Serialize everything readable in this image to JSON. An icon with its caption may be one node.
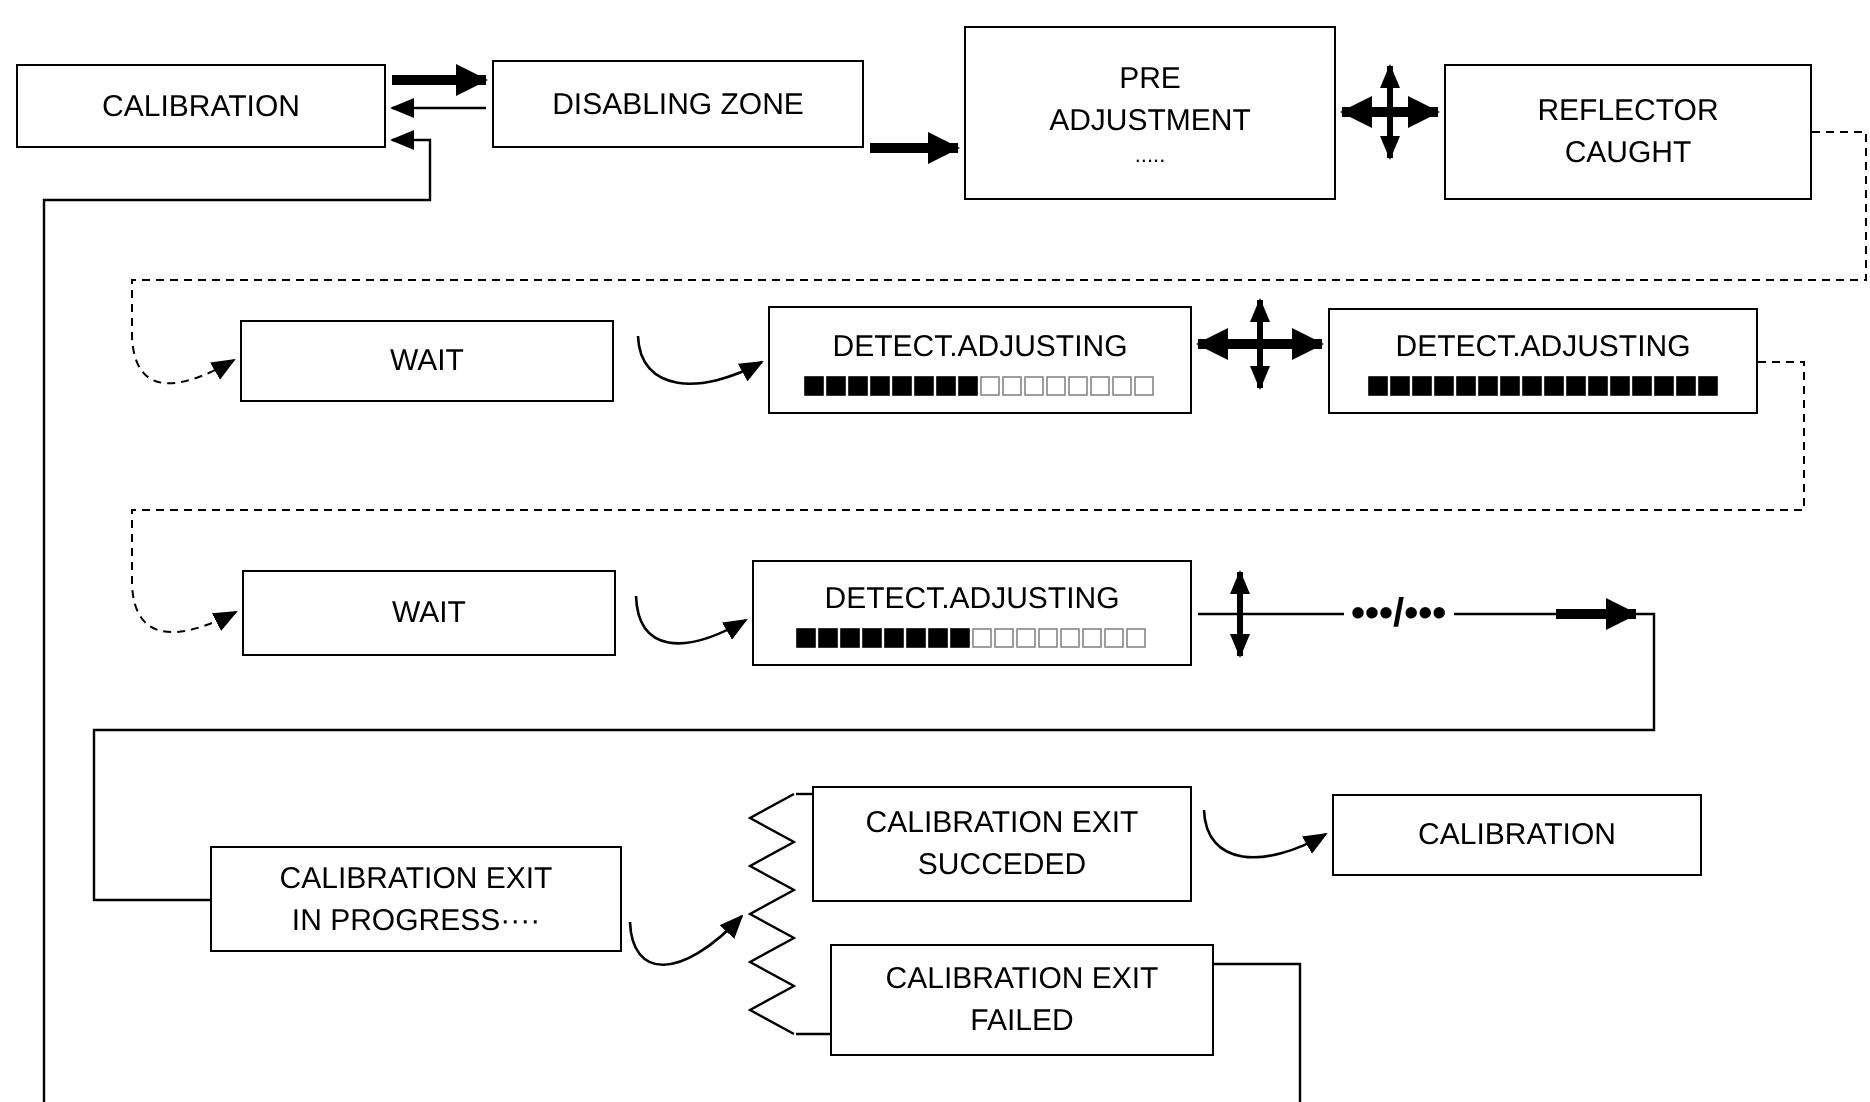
{
  "diagram": {
    "nodes": [
      {
        "text": [
          "CALIBRATION"
        ]
      },
      {
        "text": [
          "DISABLING ZONE"
        ]
      },
      {
        "text": [
          "PRE ADJUSTMENT",
          "....."
        ]
      },
      {
        "text": [
          "REFLECTOR CAUGHT"
        ]
      },
      {
        "text": [
          "WAIT"
        ]
      },
      {
        "text": [
          "DETECT.ADJUSTING"
        ]
      },
      {
        "text": [
          "DETECT.ADJUSTING"
        ]
      },
      {
        "text": [
          "WAIT"
        ]
      },
      {
        "text": [
          "DETECT.ADJUSTING"
        ]
      },
      {
        "text": [
          "CALIBRATION EXIT IN PROGRESS····"
        ]
      },
      {
        "text": [
          "CALIBRATION EXIT SUCCEDED"
        ]
      },
      {
        "text": [
          "CALIBRATION"
        ]
      },
      {
        "text": [
          "CALIBRATION EXIT FAILED"
        ]
      },
      {
        "text": [],
        "shape": "zigzag"
      }
    ],
    "edges": [
      {
        "from": 0,
        "to": 1,
        "arrow": "to",
        "style": "thick"
      },
      {
        "from": 1,
        "to": 0,
        "arrow": "to"
      },
      {
        "from": null,
        "to": 0,
        "arrow": "to"
      },
      {
        "from": 1,
        "to": 2,
        "arrow": "to",
        "style": "thick"
      },
      {
        "from": 2,
        "to": 3,
        "arrow": "both",
        "style": "thick"
      },
      {
        "from": 3,
        "to": 4,
        "arrow": "to",
        "style": "dashed"
      },
      {
        "from": 4,
        "to": 5,
        "arrow": "to"
      },
      {
        "from": 5,
        "to": 6,
        "arrow": "both",
        "style": "thick"
      },
      {
        "from": 6,
        "to": 7,
        "arrow": "to",
        "style": "dashed"
      },
      {
        "from": 7,
        "to": 8,
        "arrow": "to"
      },
      {
        "from": 8,
        "to": null,
        "arrow": "to",
        "label": "•••/•••"
      },
      {
        "from": 9,
        "to": 13,
        "arrow": "to"
      },
      {
        "from": 13,
        "to": 10,
        "arrow": "none"
      },
      {
        "from": 13,
        "to": 12,
        "arrow": "none"
      },
      {
        "from": 10,
        "to": 11,
        "arrow": "to"
      },
      {
        "from": 12,
        "to": null,
        "arrow": "none"
      },
      {
        "from": null,
        "to": 9,
        "arrow": "none"
      }
    ]
  }
}
